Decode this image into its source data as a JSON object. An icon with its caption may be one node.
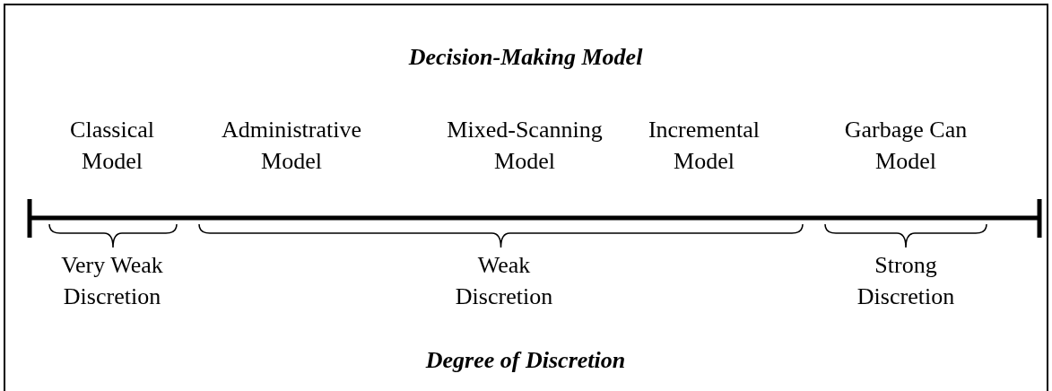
{
  "diagram": {
    "title": "Decision-Making Model",
    "caption": "Degree of Discretion",
    "labels": [
      "Classical Model",
      "Administrative Model",
      "Mixed-Scanning Model",
      "Incremental Model",
      "Garbage Can Model",
      "Very Weak Discretion",
      "Weak Discretion",
      "Strong Discretion"
    ]
  }
}
